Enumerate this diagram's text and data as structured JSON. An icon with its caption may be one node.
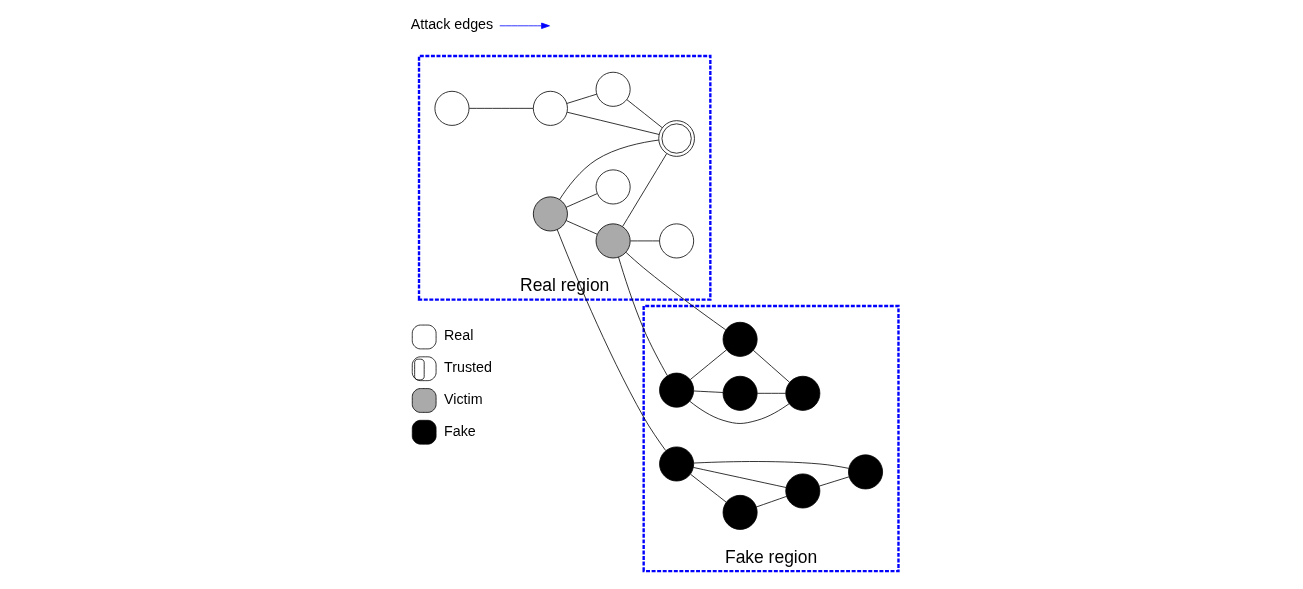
{
  "diagram": {
    "nodes": [
      {
        "text": [
          "Real region"
        ]
      },
      {
        "text": [],
        "shape": "circle",
        "in": 0
      },
      {
        "text": [],
        "shape": "circle",
        "in": 0
      },
      {
        "text": [],
        "shape": "circle",
        "in": 0
      },
      {
        "text": [],
        "shape": "circle",
        "in": 0
      },
      {
        "text": [],
        "shape": "circle",
        "in": 0
      },
      {
        "text": [],
        "shape": "circle",
        "in": 0
      },
      {
        "text": [],
        "shape": "circle",
        "in": 0
      },
      {
        "text": [],
        "shape": "circle",
        "in": 0
      },
      {
        "text": [
          "Fake region"
        ]
      },
      {
        "text": [],
        "shape": "circle",
        "in": 9
      },
      {
        "text": [],
        "shape": "circle",
        "in": 9
      },
      {
        "text": [],
        "shape": "circle",
        "in": 9
      },
      {
        "text": [],
        "shape": "circle",
        "in": 9
      },
      {
        "text": [],
        "shape": "circle",
        "in": 9
      },
      {
        "text": [],
        "shape": "circle",
        "in": 9
      },
      {
        "text": [],
        "shape": "circle",
        "in": 9
      },
      {
        "text": [],
        "shape": "circle",
        "in": 9
      },
      {
        "text": [
          "Attack edges"
        ]
      }
    ],
    "edges": [
      {
        "from": 1,
        "to": 4,
        "arrow": "none"
      },
      {
        "from": 4,
        "to": 7,
        "arrow": "none"
      },
      {
        "from": 4,
        "to": 6,
        "arrow": "none"
      },
      {
        "from": 7,
        "to": 6,
        "arrow": "none"
      },
      {
        "from": 3,
        "to": 2,
        "arrow": "none"
      },
      {
        "from": 3,
        "to": 6,
        "arrow": "none"
      },
      {
        "from": 3,
        "to": 5,
        "arrow": "none"
      },
      {
        "from": 5,
        "to": 6,
        "arrow": "none"
      },
      {
        "from": 5,
        "to": 8,
        "arrow": "none"
      },
      {
        "from": 3,
        "to": 11,
        "arrow": "none"
      },
      {
        "from": 5,
        "to": 14,
        "arrow": "none"
      },
      {
        "from": 5,
        "to": 15,
        "arrow": "none"
      },
      {
        "from": 11,
        "to": 10,
        "arrow": "none"
      },
      {
        "from": 10,
        "to": 12,
        "arrow": "none"
      },
      {
        "from": 11,
        "to": 12,
        "arrow": "none"
      },
      {
        "from": 11,
        "to": 13,
        "arrow": "none"
      },
      {
        "from": 12,
        "to": 13,
        "arrow": "none"
      },
      {
        "from": 14,
        "to": 15,
        "arrow": "none"
      },
      {
        "from": 14,
        "to": 16,
        "arrow": "none"
      },
      {
        "from": 14,
        "to": 17,
        "arrow": "none"
      },
      {
        "from": 15,
        "to": 17,
        "arrow": "none"
      },
      {
        "from": 16,
        "to": 17,
        "arrow": "none"
      },
      {
        "from": 18,
        "to": null,
        "arrow": "to",
        "color": "#0000ff"
      }
    ],
    "legend": [
      {
        "text": "Real",
        "color": "#ffffff"
      },
      {
        "text": "Trusted"
      },
      {
        "text": "Victim",
        "color": "#aaaaaa"
      },
      {
        "text": "Fake",
        "color": "#000000"
      }
    ]
  }
}
